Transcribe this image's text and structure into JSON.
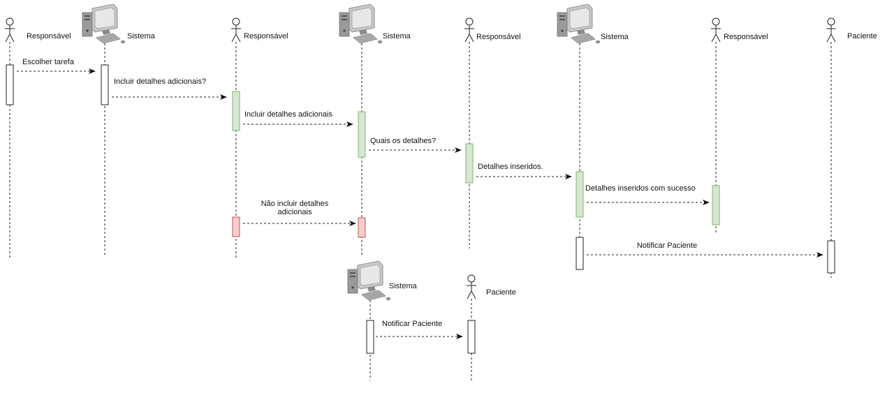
{
  "colors": {
    "line": "#222222",
    "green_fill": "#d5e8d4",
    "green_stroke": "#82b366",
    "red_fill": "#f8cecc",
    "red_stroke": "#b85450",
    "white_fill": "#ffffff",
    "monitor_body": "#c8c8c8",
    "screen": "#e8e8e8"
  },
  "participants": [
    {
      "id": "resp1",
      "kind": "actor",
      "icon": "stick-figure-icon",
      "label": "Responsável"
    },
    {
      "id": "sis1",
      "kind": "computer",
      "icon": "computer-icon",
      "label": "Sistema"
    },
    {
      "id": "resp2",
      "kind": "actor",
      "icon": "stick-figure-icon",
      "label": "Responsável"
    },
    {
      "id": "sis2",
      "kind": "computer",
      "icon": "computer-icon",
      "label": "Sistema"
    },
    {
      "id": "resp3",
      "kind": "actor",
      "icon": "stick-figure-icon",
      "label": "Responsável"
    },
    {
      "id": "sis3",
      "kind": "computer",
      "icon": "computer-icon",
      "label": "Sistema"
    },
    {
      "id": "resp4",
      "kind": "actor",
      "icon": "stick-figure-icon",
      "label": "Responsável"
    },
    {
      "id": "pac1",
      "kind": "actor",
      "icon": "stick-figure-icon",
      "label": "Paciente"
    },
    {
      "id": "sis4",
      "kind": "computer",
      "icon": "computer-icon",
      "label": "Sistema"
    },
    {
      "id": "pac2",
      "kind": "actor",
      "icon": "stick-figure-icon",
      "label": "Paciente"
    }
  ],
  "messages": [
    {
      "from": "resp1",
      "to": "sis1",
      "label": [
        "Escolher tarefa"
      ]
    },
    {
      "from": "sis1",
      "to": "resp2",
      "label": [
        "Incluir detalhes adicionais?"
      ]
    },
    {
      "from": "resp2",
      "to": "sis2",
      "label": [
        "Incluir detalhes adicionais"
      ]
    },
    {
      "from": "sis2",
      "to": "resp3",
      "label": [
        "Quais os detalhes?"
      ]
    },
    {
      "from": "resp3",
      "to": "sis3",
      "label": [
        "Detalhes inseridos."
      ]
    },
    {
      "from": "sis3",
      "to": "resp4",
      "label": [
        "Detalhes inseridos com sucesso"
      ]
    },
    {
      "from": "resp2",
      "to": "sis2",
      "label": [
        "Não incluir detalhes",
        "adicionais"
      ]
    },
    {
      "from": "sis3",
      "to": "pac1",
      "label": [
        "Notificar Paciente"
      ]
    },
    {
      "from": "sis4",
      "to": "pac2",
      "label": [
        "Notificar Paciente"
      ]
    }
  ]
}
